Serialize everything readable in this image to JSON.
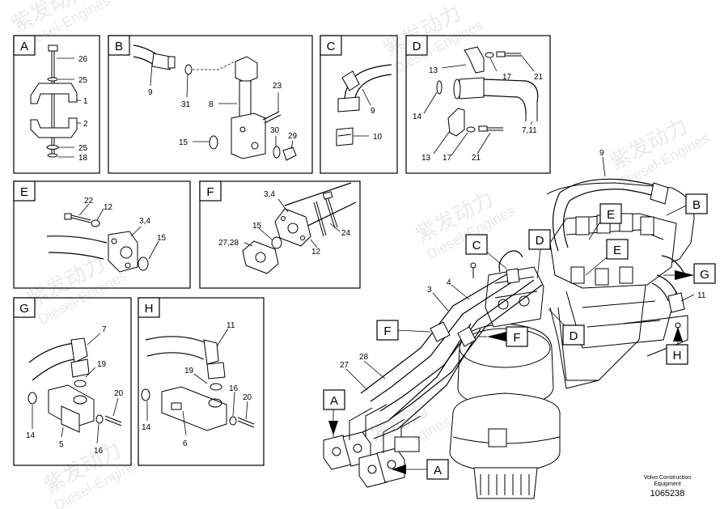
{
  "watermark": {
    "brand_cn": "紫发动力",
    "brand_en": "Diesel-Engines"
  },
  "detail_boxes": {
    "A": {
      "letter": "A",
      "labels": [
        "26",
        "25",
        "1",
        "2",
        "25",
        "18"
      ]
    },
    "B": {
      "letter": "B",
      "labels": [
        "9",
        "31",
        "8",
        "23",
        "15",
        "30",
        "29"
      ]
    },
    "C": {
      "letter": "C",
      "labels": [
        "9",
        "10"
      ]
    },
    "D": {
      "letter": "D",
      "labels": [
        "13",
        "17",
        "21",
        "14",
        "7,11",
        "13",
        "17",
        "21"
      ]
    },
    "E": {
      "letter": "E",
      "labels": [
        "22",
        "12",
        "3,4",
        "15"
      ]
    },
    "F": {
      "letter": "F",
      "labels": [
        "3,4",
        "15",
        "24",
        "27,28",
        "12"
      ]
    },
    "G": {
      "letter": "G",
      "labels": [
        "7",
        "19",
        "20",
        "14",
        "5",
        "16"
      ]
    },
    "H": {
      "letter": "H",
      "labels": [
        "11",
        "19",
        "16",
        "20",
        "14",
        "6"
      ]
    }
  },
  "main_view": {
    "labels": [
      "9",
      "3",
      "4",
      "11",
      "27",
      "28"
    ],
    "callouts": [
      "B",
      "E",
      "E",
      "C",
      "D",
      "G",
      "F",
      "F",
      "D",
      "H",
      "A",
      "A"
    ]
  },
  "footer": {
    "brand": "Volvo Construction",
    "sub": "Equipment",
    "drawing_number": "1065238"
  }
}
